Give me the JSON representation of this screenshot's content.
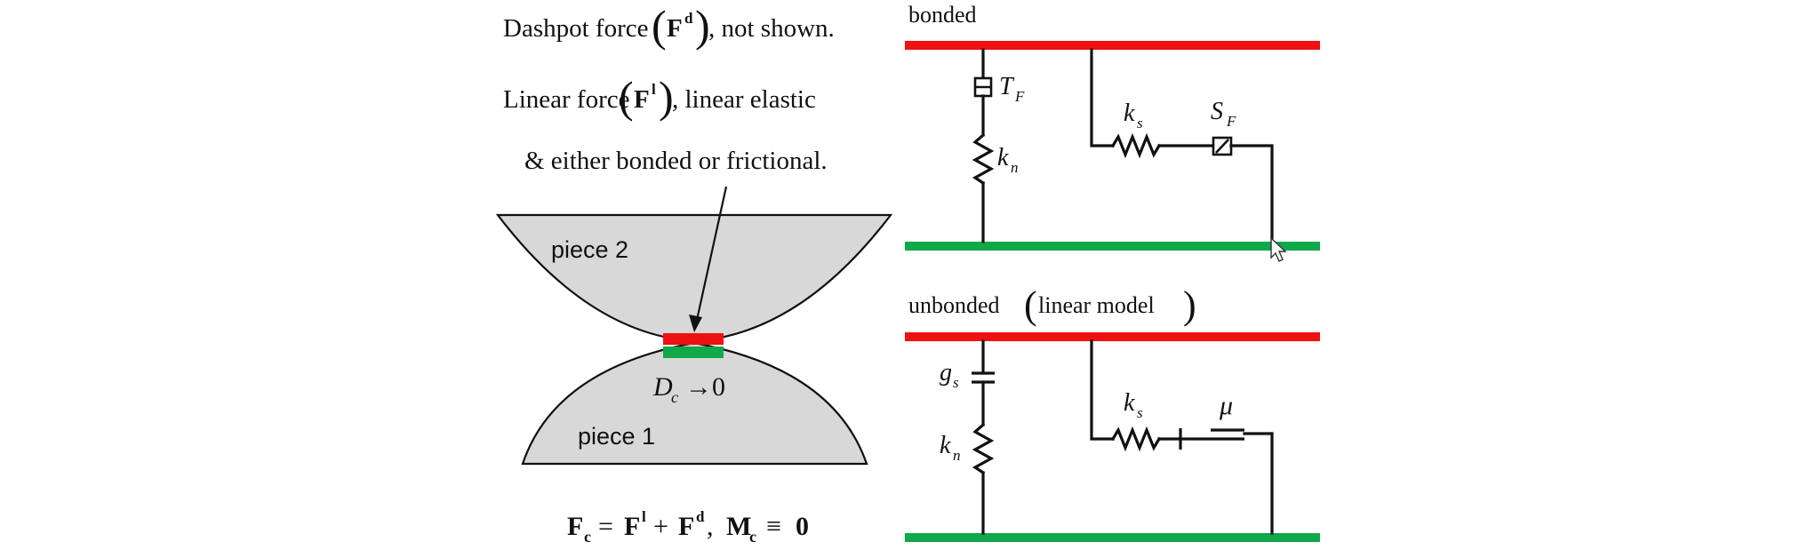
{
  "colors": {
    "red": "#ee1111",
    "green": "#10a84a",
    "piece_fill": "#d8d8d8",
    "outline": "#111111"
  },
  "left": {
    "dashpot_line": {
      "pre": "Dashpot force",
      "symbol": "F",
      "sup": "d",
      "post": ", not shown."
    },
    "linear_line": {
      "pre": "Linear force",
      "symbol": "F",
      "sup": "l",
      "post": ",  linear elastic"
    },
    "bonded_line": "& either bonded or frictional.",
    "piece2_label": "piece 2",
    "piece1_label": "piece 1",
    "gap": {
      "var": "D",
      "sub": "c",
      "rest": "→0"
    },
    "equation": {
      "lhs_sym": "F",
      "lhs_sub": "c",
      "eq": "=",
      "t1_sym": "F",
      "t1_sup": "l",
      "plus": "+",
      "t2_sym": "F",
      "t2_sup": "d",
      "sep": ",",
      "m_sym": "M",
      "m_sub": "c",
      "equiv": "≡",
      "zero": "0"
    }
  },
  "right": {
    "bonded": {
      "title": "bonded",
      "TF": {
        "var": "T",
        "sub": "F"
      },
      "kn": {
        "var": "k",
        "sub": "n"
      },
      "ks": {
        "var": "k",
        "sub": "s"
      },
      "SF": {
        "var": "S",
        "sub": "F"
      }
    },
    "unbonded": {
      "title": "unbonded",
      "paren": "linear model",
      "gs": {
        "var": "g",
        "sub": "s"
      },
      "kn": {
        "var": "k",
        "sub": "n"
      },
      "ks": {
        "var": "k",
        "sub": "s"
      },
      "mu": "μ"
    }
  }
}
